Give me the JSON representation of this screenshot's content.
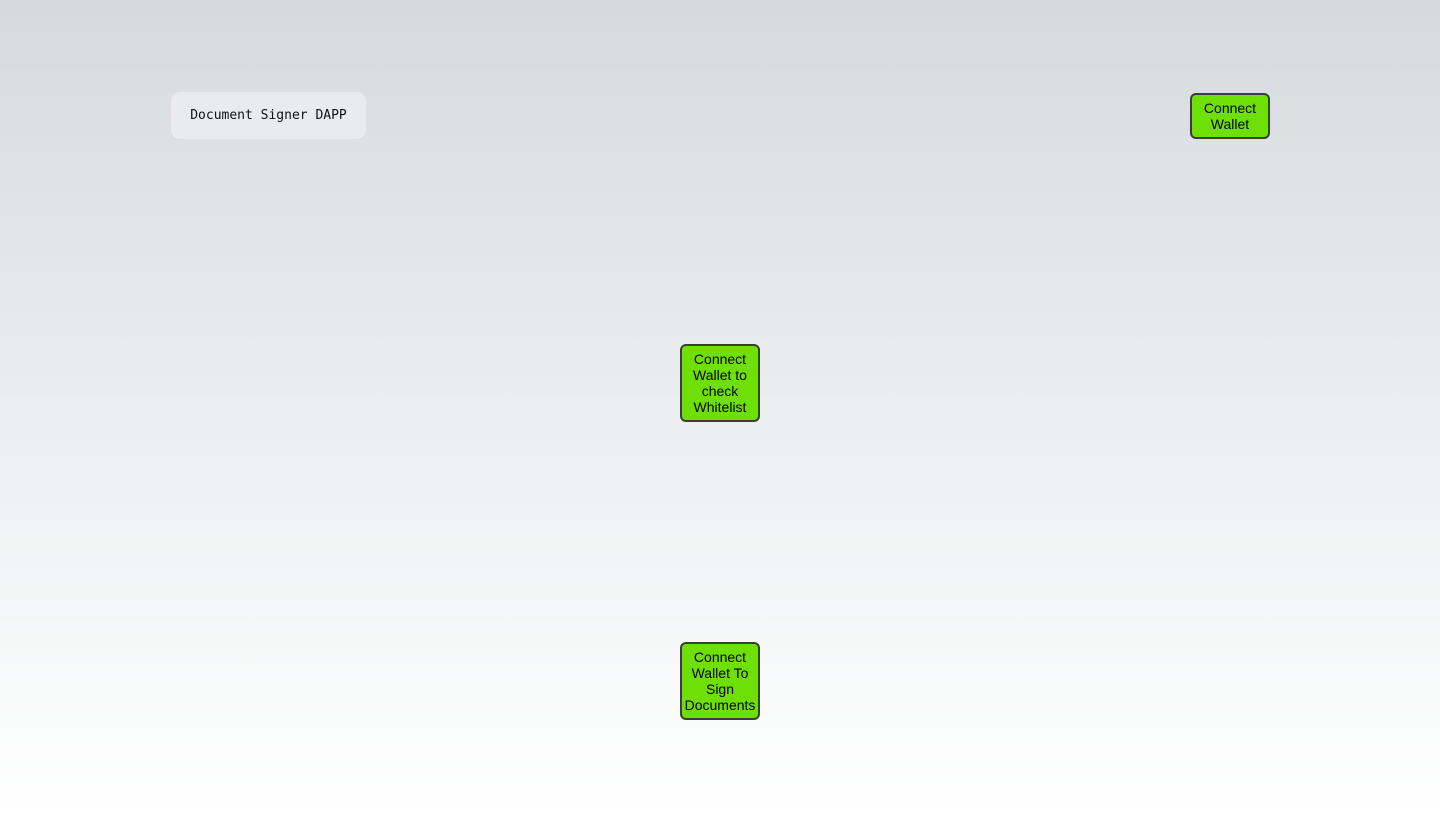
{
  "header": {
    "app_title": "Document Signer DAPP",
    "connect_wallet_label": "Connect Wallet"
  },
  "main": {
    "whitelist_button_label": "Connect Wallet to check Whitelist",
    "sign_button_label": "Connect Wallet To Sign Documents"
  },
  "colors": {
    "button_bg": "#6ee005",
    "button_border": "#3a3f36",
    "title_box_bg": "#e9ebec",
    "bg_top": "#d5dadd",
    "bg_bottom": "#ffffff"
  }
}
